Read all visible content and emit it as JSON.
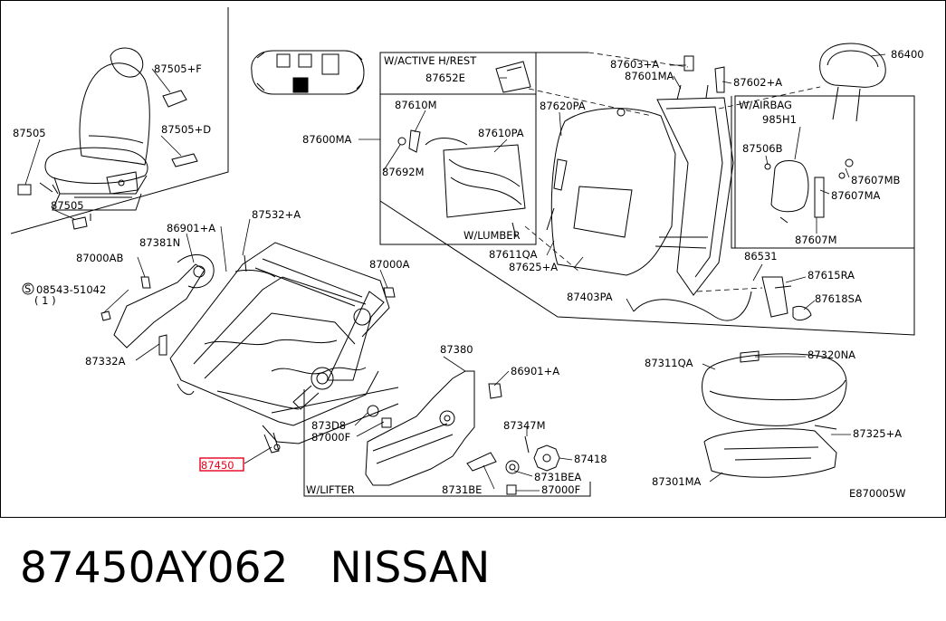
{
  "diagram": {
    "corner_code": "E870005W",
    "highlight_color": "#e8001c",
    "highlighted_part": "87450",
    "labels": {
      "p87505F": "87505+F",
      "p87505": "87505",
      "p87505D": "87505+D",
      "p87505b": "87505",
      "p86901A1": "86901+A",
      "p87532A": "87532+A",
      "p87381N": "87381N",
      "p87000AB": "87000AB",
      "p87000A": "87000A",
      "p08543": "08543-51042",
      "p08543q": "( 1 )",
      "p87332A": "87332A",
      "p87450": "87450",
      "p87380": "87380",
      "p86901A2": "86901+A",
      "p87347M": "87347M",
      "p87418": "87418",
      "p87308": "873D8",
      "p87000F1": "87000F",
      "p8731BEA": "8731BEA",
      "p8731BE": "8731BE",
      "p87000F2": "87000F",
      "wlifter": "W/LIFTER",
      "whrest": "W/ACTIVE H/REST",
      "p87652E": "87652E",
      "p87610M": "87610M",
      "p87610PA": "87610PA",
      "p87692M": "87692M",
      "wlumber": "W/LUMBER",
      "p87600MA": "87600MA",
      "p87620PA": "87620PA",
      "p87603A": "87603+A",
      "p87601MA": "87601MA",
      "p87602A": "87602+A",
      "p86400": "86400",
      "wairbag": "W/AIRBAG",
      "p985H1": "985H1",
      "p87506B": "87506B",
      "p87607MB": "87607MB",
      "p87607MA": "87607MA",
      "p87607M": "87607M",
      "p87611QA": "87611QA",
      "p87625A": "87625+A",
      "p86531": "86531",
      "p87615RA": "87615RA",
      "p87618SA": "87618SA",
      "p87403PA": "87403PA",
      "p87311QA": "87311QA",
      "p87320NA": "87320NA",
      "p87325A": "87325+A",
      "p87301MA": "87301MA"
    }
  },
  "caption": {
    "part_number": "87450AY062",
    "brand": "NISSAN"
  }
}
